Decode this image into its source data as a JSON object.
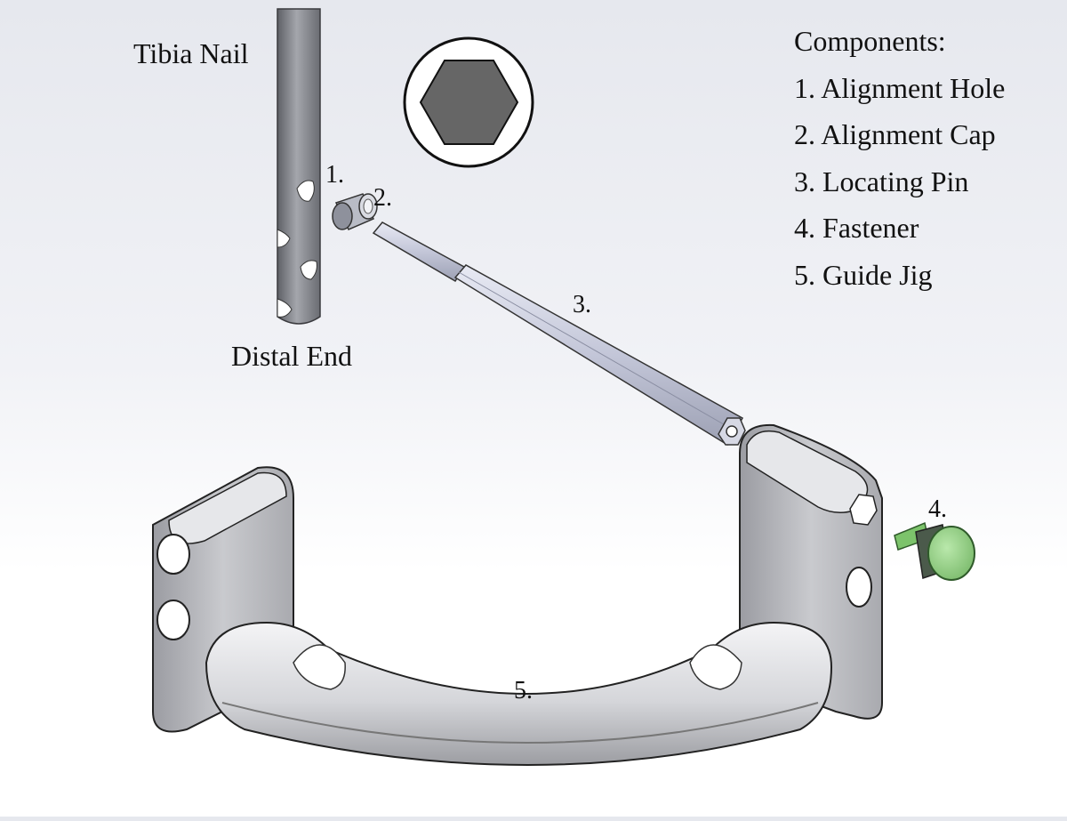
{
  "labels": {
    "tibia_nail": "Tibia Nail",
    "distal_end": "Distal End"
  },
  "markers": {
    "m1": "1.",
    "m2": "2.",
    "m3": "3.",
    "m4": "4.",
    "m5": "5."
  },
  "legend": {
    "title": "Components:",
    "items": [
      "1. Alignment Hole",
      "2. Alignment Cap",
      "3. Locating Pin",
      "4. Fastener",
      "5. Guide Jig"
    ]
  },
  "colors": {
    "nail": "#8e9096",
    "pin": "#c9ccdc",
    "jig": "#d7d8dd",
    "fastener": "#8fd37f",
    "hexagon": "#666666"
  }
}
